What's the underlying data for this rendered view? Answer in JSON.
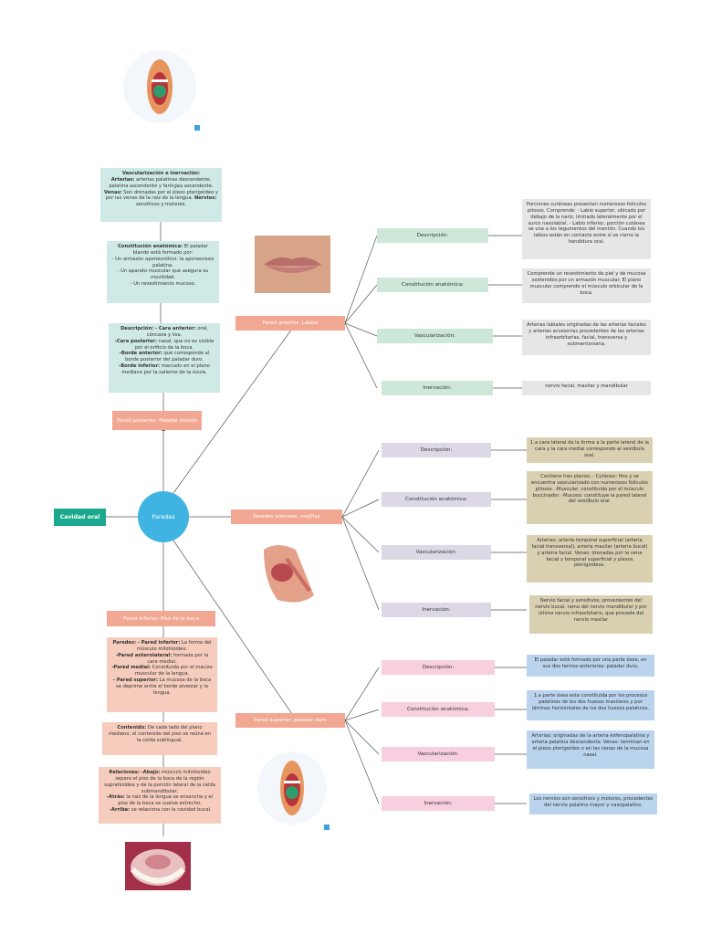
{
  "root": {
    "label": "Cavidad oral"
  },
  "hub": {
    "label": "Paredes"
  },
  "posterior": {
    "label": "Pared posterior: Paladar blando",
    "vascularizacion": {
      "title": "Vascularización e inervación:",
      "arterias_label": "Arterias:",
      "arterias": " arterias palatinas descendente, palatina ascendente y faríngea ascendente.",
      "venas_label": "Venas:",
      "venas": " Son drenadas por el plexo pterigoideo y por las venas de la raíz de la lengua.",
      "nervios_label": "Nervios:",
      "nervios": " sensitivos y motores."
    },
    "constitucion": {
      "title": "Constitución anatómica:",
      "intro": " El paladar blando está formado por:",
      "items": [
        "- Un armazón aponeurótico: la aponeurosis palatina.",
        "- Un aparato muscular que asegura su movilidad.",
        "- Un revestimiento mucoso."
      ]
    },
    "descripcion": {
      "title": "Descripción:",
      "cara_anterior_label": "- Cara anterior:",
      "cara_anterior": " oral, cóncava y lisa.",
      "cara_posterior_label": "-Cara posterior:",
      "cara_posterior": " nasal, que no es visible por el orificio de la boca.",
      "borde_anterior_label": "-Borde anterior:",
      "borde_anterior": " que corresponde al borde posterior del paladar duro.",
      "borde_inferior_label": "-Borde inferior:",
      "borde_inferior": " marcado en el plano mediano por la saliente de la úvula."
    }
  },
  "anterior": {
    "label": "Pared anterior: Labios",
    "rows": [
      {
        "label": "Descripción:",
        "text": "Porciones cutáneas presentan numerosos folículos pilosos. Comprende: - Labio superior, ubicado por debajo de la nariz, limitado lateralmente por el surco nasolabial. - Labio inferior, porción cutánea se une a los tegumentos del mentón. Cuando los labios están en contacto entre sí se cierra la hendidura oral."
      },
      {
        "label": "Constitución anatómica:",
        "text": "Comprende un revestimiento de piel y de mucosa sostenidos por un armazón muscular. El plano muscular comprende el músculo orbicular de la boca."
      },
      {
        "label": "Vascularización:",
        "text": "Arterias labiales originadas de las arterias faciales y arterias accesorias procedentes de las arterias infraorbitarias, facial, transversa y submentoniana."
      },
      {
        "label": "Inervación:",
        "text": "nervio facial, maxilar y mandibular"
      }
    ]
  },
  "laterales": {
    "label": "Paredes laterales: mejillas",
    "rows": [
      {
        "label": "Descripción:",
        "text": "1.a cara lateral de la forma a la parte lateral de la cara y la cara medial corresponde al vestíbulo oral."
      },
      {
        "label": "Constitución anatómica:",
        "text": "Contiene tres planos: - Cutáneo: fino y se encuentra vascularizado con numerosos folículos pilosos. -Muscular: constituido por el músculo buccinador. -Mucoso: constituye la pared lateral del vestíbulo oral."
      },
      {
        "label": "Vascularización:",
        "text": "Arterias: arteria temporal superficial (arteria facial transversal), arteria maxilar (arteria bucal) y arteria facial. Venas: drenadas por la vena facial y temporal superficial y plexos pterigoideos."
      },
      {
        "label": "Inervación:",
        "text": "Nervio facial y sensitivos, provenientes del nervio bucal, rama del nervio mandibular y por último nervio infraorbitario, que procede del nervio maxilar"
      }
    ]
  },
  "superior": {
    "label": "Pared superior: paladar duro",
    "rows": [
      {
        "label": "Descripción:",
        "text": "El paladar está formado por una parte ósea, en sus dos tercios anteriores: paladar duro."
      },
      {
        "label": "Constitución anatómica:",
        "text": "1.a parte ósea esta constituida por los procesos palatinos de los dos huesos maxilares y por láminas horizontales de los dos huesos palatinos."
      },
      {
        "label": "Vascularización:",
        "text": "Arterias: originadas de la arteria esfenopalatina y arteria palatina descendente. Venas: terminan en el plexo pterigoideo o en las venas de la mucosa nasal."
      },
      {
        "label": "Inervación:",
        "text": "Los nervios son sensitivos y motores, procedentes del nervio palatino mayor y nasopalatino."
      }
    ]
  },
  "inferior": {
    "label": "Pared inferior: Piso de la boca",
    "paredes": {
      "title": "Paredes:",
      "p_inferior_label": "- Pared inferior:",
      "p_inferior": " La forma del músculo milohioideo.",
      "p_anterolateral_label": "-Pared anterolateral:",
      "p_anterolateral": " formada por la cara medial.",
      "p_medial_label": "-Pared medial:",
      "p_medial": " Constituida por el macizo muscular de la lengua.",
      "p_superior_label": "- Pared superior:",
      "p_superior": " La mucosa de la boca se deprime entre el borde alveolar y la lengua."
    },
    "contenido": {
      "title": "Contenido:",
      "text": " De cada lado del plano mediano, el contenido del piso se reúne en la celda sublingual."
    },
    "relaciones": {
      "title": "Relaciones:",
      "abajo_label": "-Abajo:",
      "abajo": " músculo milohioideo separa el piso de la boca de la región suprahioidea y de la porción lateral de la celda submandibular.",
      "atras_label": "-Atrás:",
      "atras": " la raíz de la lengua se ensancha y el piso de la boca se vuelve estrecho.",
      "arriba_label": "-Arriba:",
      "arriba": " se relaciona con la cavidad bucal"
    }
  },
  "colors": {
    "hub": "#3fb3e2",
    "root": "#1aa88e",
    "salmon": "#f1a792",
    "teal": "#cfe9e7",
    "green": "#cde8d9",
    "lavender": "#dcd8e6",
    "tan": "#d9d0b1",
    "pink": "#f7cfdf",
    "blue": "#b9d4ec",
    "peach": "#f6cdbd"
  }
}
